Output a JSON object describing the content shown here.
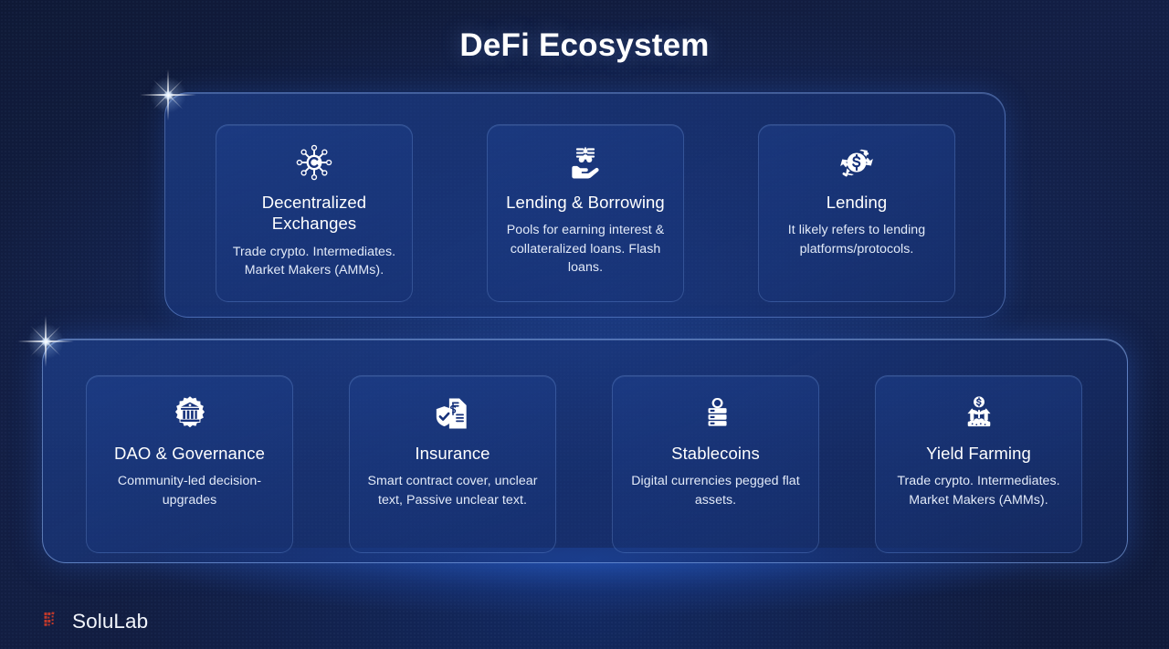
{
  "page": {
    "title": "DeFi Ecosystem",
    "background_color": "#111c3d",
    "panel_color": "#1f4496",
    "accent_color": "#8cb4ff",
    "text_color": "#ffffff"
  },
  "footer": {
    "brand": "SoluLab",
    "logo_color": "#c0392b"
  },
  "panels": [
    {
      "id": "panel-top",
      "cards": [
        {
          "icon": "decentralized-network-icon",
          "title": "Decentralized Exchanges",
          "description": "Trade crypto. Intermediates. Market Makers (AMMs)."
        },
        {
          "icon": "hand-holding-coins-icon",
          "title": "Lending & Borrowing",
          "description": "Pools for earning interest & collateralized loans. Flash loans."
        },
        {
          "icon": "hands-dollar-coin-icon",
          "title": "Lending",
          "description": "It likely refers to lending platforms/protocols."
        }
      ]
    },
    {
      "id": "panel-bottom",
      "cards": [
        {
          "icon": "bank-gear-icon",
          "title": "DAO & Governance",
          "description": "Community-led decision-upgrades"
        },
        {
          "icon": "shield-document-icon",
          "title": "Insurance",
          "description": "Smart contract cover, unclear text, Passive unclear text."
        },
        {
          "icon": "coin-stack-icon",
          "title": "Stablecoins",
          "description": "Digital currencies pegged flat assets."
        },
        {
          "icon": "sprout-dollar-arrows-icon",
          "title": "Yield Farming",
          "description": "Trade crypto. Intermediates. Market Makers (AMMs)."
        }
      ]
    }
  ]
}
